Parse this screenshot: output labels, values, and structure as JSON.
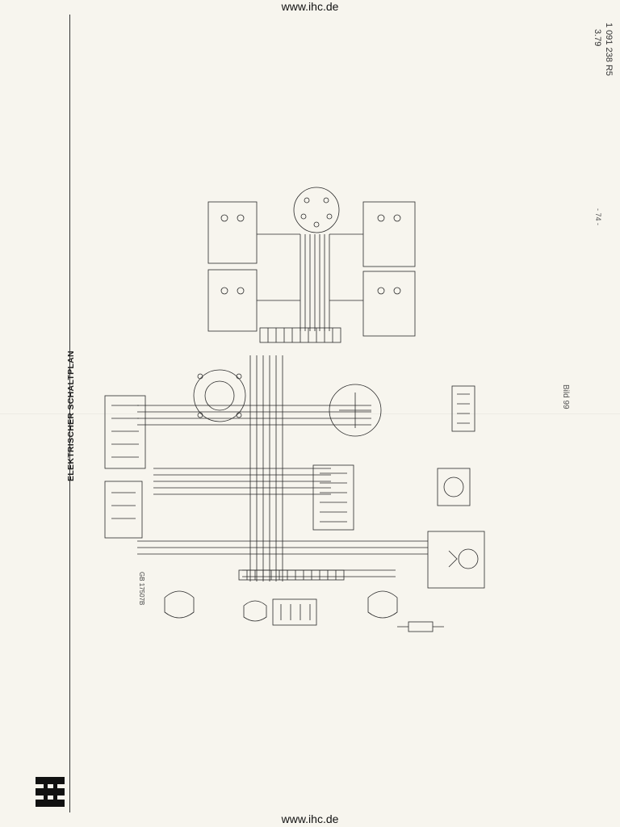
{
  "page": {
    "url_top": "www.ihc.de",
    "url_bottom": "www.ihc.de",
    "heading": "ELEKTRISCHER SCHALTPLAN",
    "document_number": "1 091 238 R5",
    "date": "3.79",
    "page_number": "- 74 -",
    "figure_label": "Bild 99",
    "drawing_number": "GB 17507B"
  },
  "colors": {
    "ink": "#2a2a2a",
    "paper": "#f7f5ee",
    "logo": "#111111"
  }
}
